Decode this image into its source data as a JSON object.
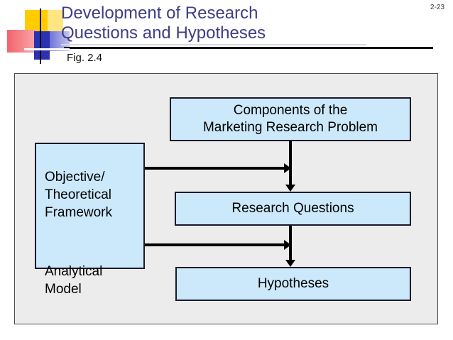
{
  "slide": {
    "page_number": "2-23",
    "title": "Development of Research\nQuestions and Hypotheses",
    "figure_label": "Fig. 2.4",
    "title_color": "#3F3D86"
  },
  "diagram": {
    "type": "flow-diagram",
    "background_color": "#ECECEC",
    "node_fill_color": "#CCE9FB",
    "node_border_color": "#1a1a2b",
    "connector_color": "#000000",
    "nodes": [
      {
        "id": "components",
        "label": "Components of the\nMarketing Research Problem"
      },
      {
        "id": "framework",
        "label_primary": "Objective/\nTheoretical\nFramework",
        "label_secondary": "Analytical\nModel"
      },
      {
        "id": "research-questions",
        "label": "Research Questions"
      },
      {
        "id": "hypotheses",
        "label": "Hypotheses"
      }
    ],
    "edges": [
      {
        "from": "components",
        "to": "research-questions",
        "style": "arrow-down"
      },
      {
        "from": "research-questions",
        "to": "hypotheses",
        "style": "arrow-down"
      },
      {
        "from": "framework",
        "to": "research-questions",
        "style": "arrow-right"
      },
      {
        "from": "framework",
        "to": "hypotheses",
        "style": "arrow-right"
      }
    ]
  }
}
